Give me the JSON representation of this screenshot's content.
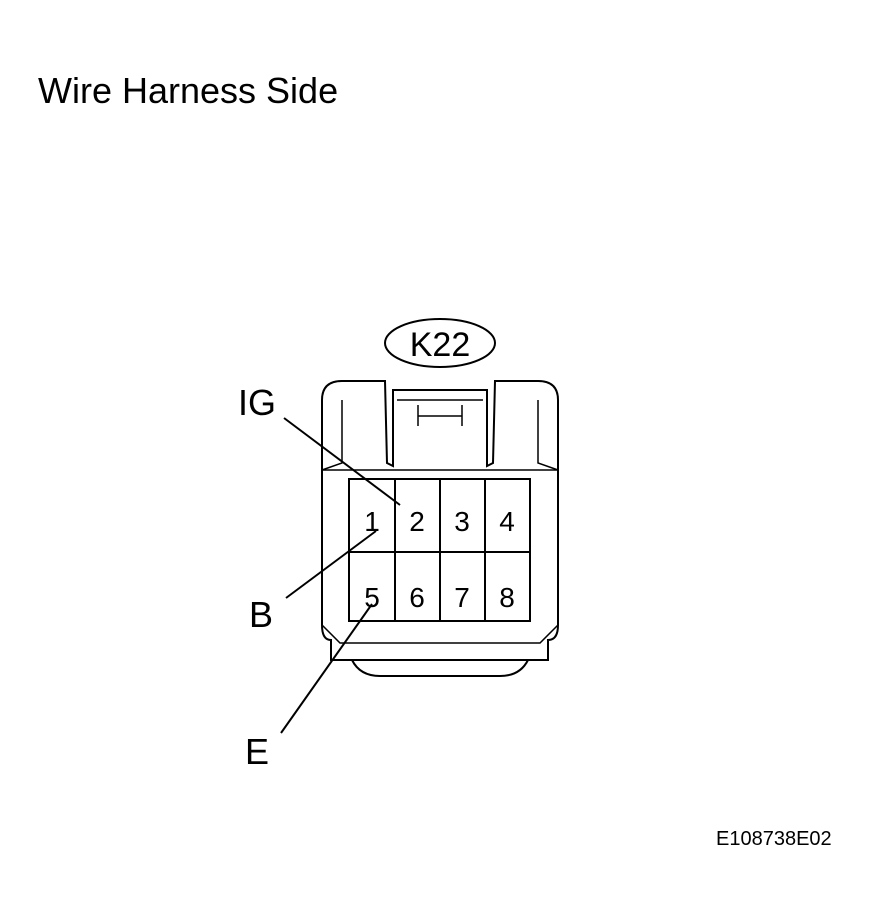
{
  "title": "Wire Harness Side",
  "figure_code": "E108738E02",
  "connector": {
    "id": "K22",
    "pins": [
      "1",
      "2",
      "3",
      "4",
      "5",
      "6",
      "7",
      "8"
    ]
  },
  "wire_labels": {
    "ig": "IG",
    "b": "B",
    "e": "E"
  }
}
